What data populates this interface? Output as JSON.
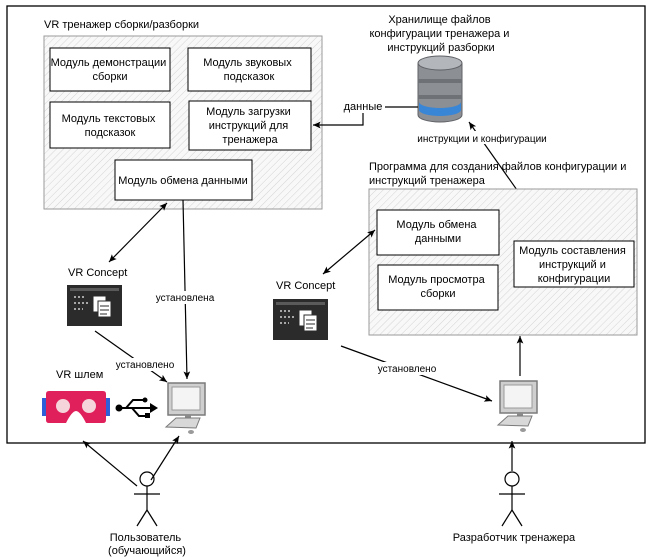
{
  "frame": {
    "title": "VR тренажер сборки/разборки"
  },
  "trainer_modules": [
    {
      "lines": [
        "Модуль демонстрации",
        "сборки"
      ]
    },
    {
      "lines": [
        "Модуль звуковых",
        "подсказок"
      ]
    },
    {
      "lines": [
        "Модуль текстовых",
        "подсказок"
      ]
    },
    {
      "lines": [
        "Модуль загрузки",
        "инструкций для",
        "тренажера"
      ]
    },
    {
      "lines": [
        "Модуль обмена данными"
      ]
    }
  ],
  "storage": {
    "lines": [
      "Хранилище файлов",
      "конфигурации тренажера и",
      "инструкций разборки"
    ],
    "icon": "database-icon"
  },
  "program": {
    "title_lines": [
      "Программа для создания файлов конфигурации и",
      "инструкций тренажера"
    ],
    "modules": [
      {
        "lines": [
          "Модуль обмена",
          "данными"
        ]
      },
      {
        "lines": [
          "Модуль просмотра",
          "сборки"
        ]
      },
      {
        "lines": [
          "Модуль составления",
          "инструкций и",
          "конфигурации"
        ]
      }
    ]
  },
  "apps": [
    {
      "label": "VR Concept",
      "icon": "app-window-icon"
    },
    {
      "label": "VR Concept",
      "icon": "app-window-icon"
    }
  ],
  "headset": {
    "label": "VR шлем",
    "icon": "vr-headset-icon"
  },
  "edge_labels": {
    "data": "данные",
    "instr_config": "инструкции  и конфигурации",
    "installed_1": "установлена",
    "installed_2": "установлено",
    "installed_3": "установлено"
  },
  "actors": [
    {
      "lines": [
        "Пользователь",
        "(обучающийся)"
      ],
      "icon": "user-actor-icon"
    },
    {
      "lines": [
        "Разработчик тренажера"
      ],
      "icon": "developer-actor-icon"
    }
  ],
  "colors": {
    "headset_body": "#e0205a",
    "headset_lens": "#f5d5d9",
    "headset_strap": "#2f5fd8",
    "db_body": "#8c8f94",
    "db_band": "#3a86d6",
    "module_fill": "#ffffff",
    "container_fill": "#f7f7f7",
    "stroke": "#000000"
  }
}
